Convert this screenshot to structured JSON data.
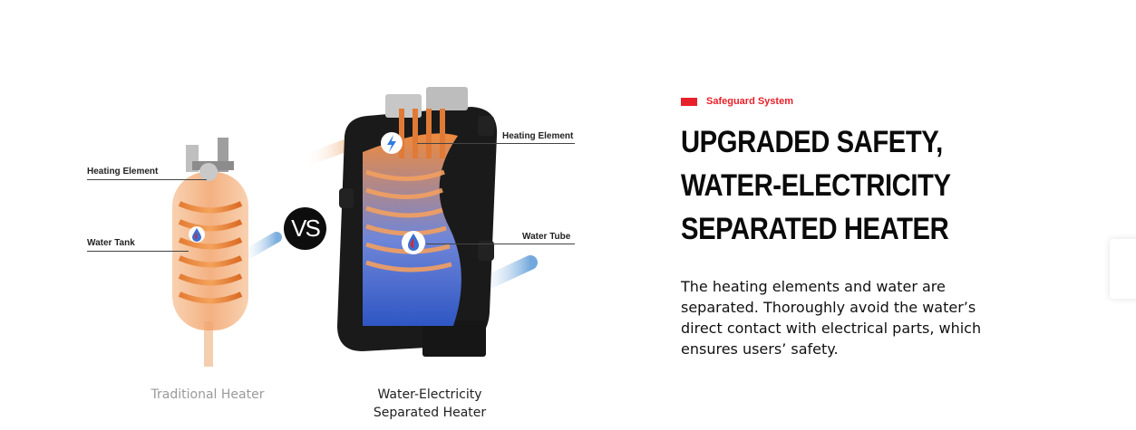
{
  "illustration": {
    "traditional": {
      "heating_element_label": "Heating Element",
      "water_tank_label": "Water Tank",
      "caption": "Traditional Heater"
    },
    "separated": {
      "heating_element_label": "Heating Element",
      "water_tube_label": "Water Tube",
      "caption_line1": "Water-Electricity",
      "caption_line2": "Separated Heater"
    },
    "vs_label": "VS"
  },
  "content": {
    "eyebrow": "Safeguard System",
    "headline_line1": "UPGRADED SAFETY,",
    "headline_line2": "WATER-ELECTRICITY",
    "headline_line3": "SEPARATED HEATER",
    "body": "The heating elements and water are separated. Thoroughly avoid the water’s direct contact with electrical parts, which ensures users’ safety."
  },
  "colors": {
    "accent": "#e8202a",
    "heading": "#0a0a0a",
    "caption_muted": "#9a9a9a"
  }
}
